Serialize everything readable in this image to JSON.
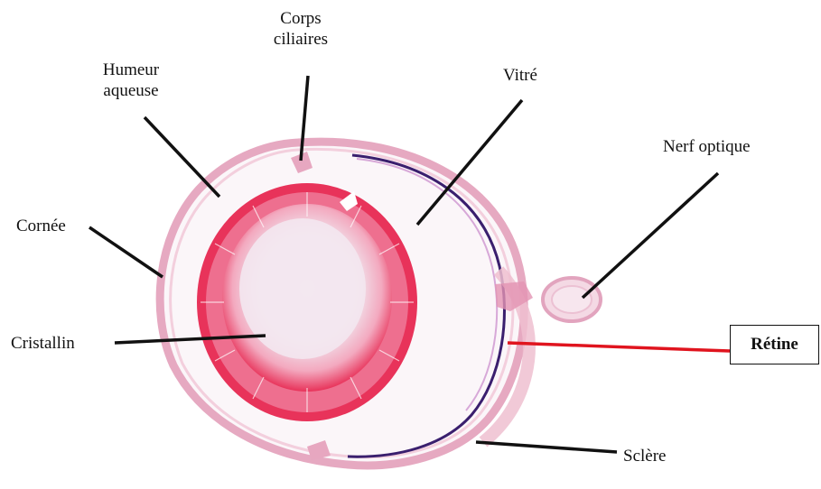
{
  "diagram": {
    "labels": {
      "corps_ciliaires_1": "Corps",
      "corps_ciliaires_2": "ciliaires",
      "humeur_1": "Humeur",
      "humeur_2": "aqueuse",
      "vitre": "Vitré",
      "nerf_optique": "Nerf optique",
      "cornee": "Cornée",
      "cristallin": "Cristallin",
      "retine": "Rétine",
      "sclere": "Sclère"
    },
    "colors": {
      "leader_line": "#111111",
      "retine_leader": "#e0141e",
      "lens_pink": "#e8335a",
      "sclera_pink": "#e9b3c8",
      "retina_purple": "#3a1f6e"
    }
  }
}
